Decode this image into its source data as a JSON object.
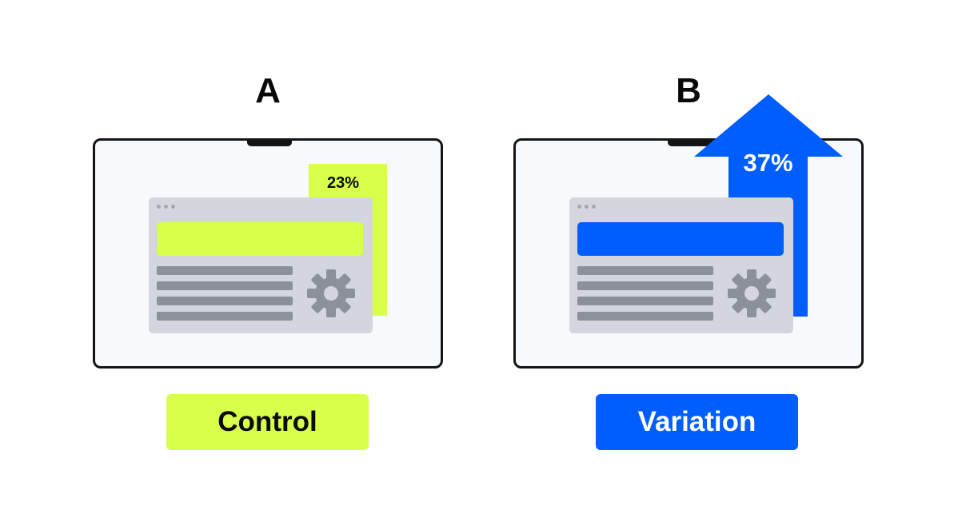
{
  "colors": {
    "control_accent": "#d8ff49",
    "variation_accent": "#005eff",
    "device_border": "#141414",
    "window_gray": "#d3d6dc",
    "line_gray": "#8b9099"
  },
  "variant_a": {
    "letter": "A",
    "metric": "23%",
    "label": "Control",
    "icon": "gear-icon"
  },
  "variant_b": {
    "letter": "B",
    "metric": "37%",
    "label": "Variation",
    "icon": "gear-icon"
  }
}
